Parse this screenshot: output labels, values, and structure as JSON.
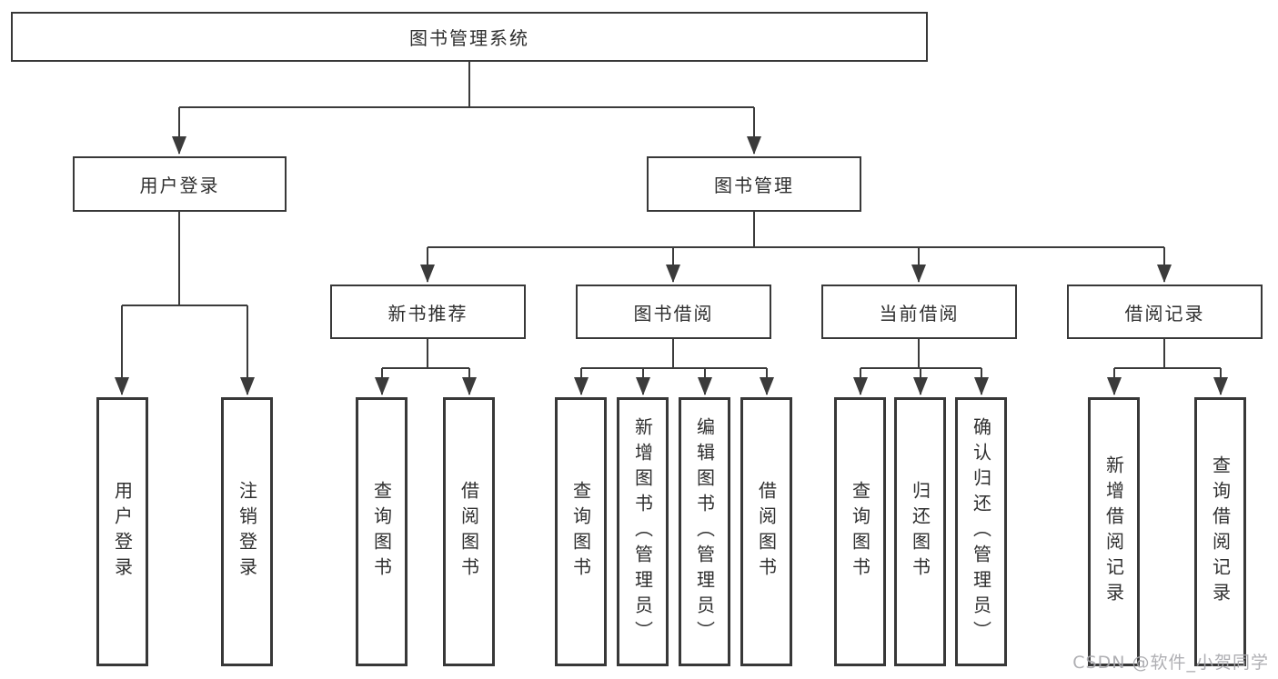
{
  "tree": {
    "root": {
      "label": "图书管理系统"
    },
    "branches": [
      {
        "label": "用户登录",
        "children": [
          {
            "label": "用户登录"
          },
          {
            "label": "注销登录"
          }
        ]
      },
      {
        "label": "图书管理",
        "children": [
          {
            "label": "新书推荐",
            "children": [
              {
                "label": "查询图书"
              },
              {
                "label": "借阅图书"
              }
            ]
          },
          {
            "label": "图书借阅",
            "children": [
              {
                "label": "查询图书"
              },
              {
                "label": "新增图书（管理员）"
              },
              {
                "label": "编辑图书（管理员）"
              },
              {
                "label": "借阅图书"
              }
            ]
          },
          {
            "label": "当前借阅",
            "children": [
              {
                "label": "查询图书"
              },
              {
                "label": "归还图书"
              },
              {
                "label": "确认归还（管理员）"
              }
            ]
          },
          {
            "label": "借阅记录",
            "children": [
              {
                "label": "新增借阅记录"
              },
              {
                "label": "查询借阅记录"
              }
            ]
          }
        ]
      }
    ]
  },
  "watermark": {
    "text": "CSDN @软件_小贺同学"
  },
  "colors": {
    "line": "#3b3b3b",
    "box_border": "#383838",
    "text": "#2f2f2f",
    "watermark": "#a8a8ac",
    "background": "#ffffff"
  }
}
